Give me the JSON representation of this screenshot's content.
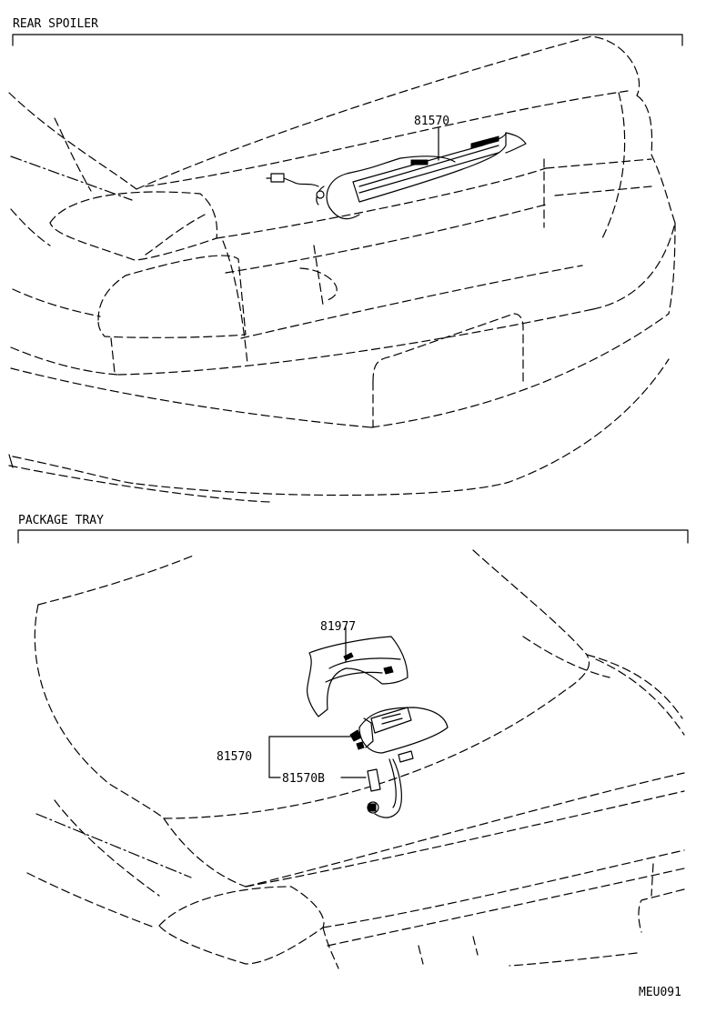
{
  "sections": [
    {
      "title": "REAR SPOILER"
    },
    {
      "title": "PACKAGE TRAY"
    }
  ],
  "parts": {
    "rear_spoiler_lamp": "81570",
    "cover": "81977",
    "package_tray_lamp": "81570",
    "bulb": "81570B"
  },
  "illustration_code": "MEU091",
  "colors": {
    "line": "#000000",
    "background": "#ffffff"
  }
}
